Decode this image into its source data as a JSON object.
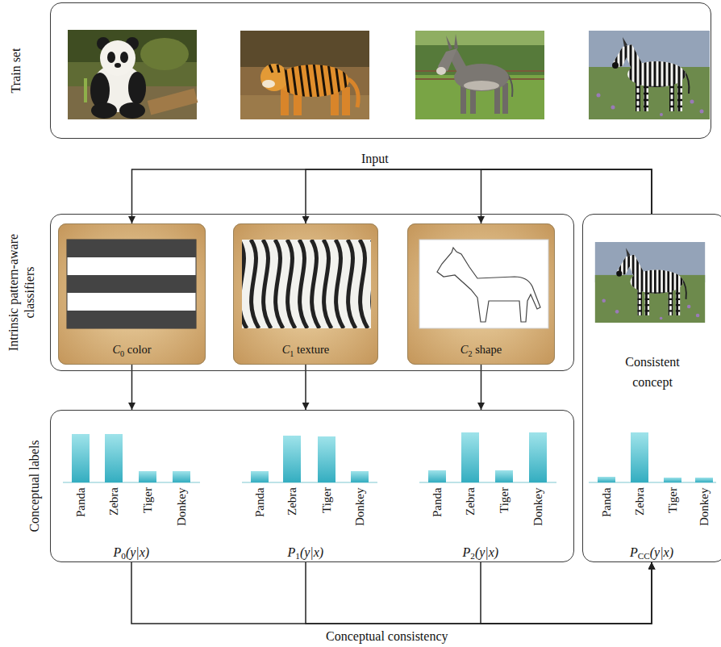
{
  "diagram": {
    "nodes": [
      {
        "text": [
          "Train set"
        ]
      },
      {
        "text": [
          "Intrinsic pattern-aware classifiers"
        ]
      },
      {
        "text": [
          "C0 color"
        ],
        "in": 1
      },
      {
        "text": [
          "C1 texture"
        ],
        "in": 1
      },
      {
        "text": [
          "C2 shape"
        ],
        "in": 1
      },
      {
        "text": [
          "Consistent concept"
        ]
      },
      {
        "text": [
          "Conceptual labels"
        ]
      }
    ],
    "edges": [
      {
        "from": 5,
        "to": 2,
        "arrow": "to",
        "label": "Input"
      },
      {
        "from": 5,
        "to": 3,
        "arrow": "to"
      },
      {
        "from": 5,
        "to": 4,
        "arrow": "to"
      },
      {
        "from": 2,
        "to": 6,
        "arrow": "to"
      },
      {
        "from": 3,
        "to": 6,
        "arrow": "to"
      },
      {
        "from": 4,
        "to": 6,
        "arrow": "to"
      },
      {
        "from": 6,
        "to": 5,
        "arrow": "to",
        "label": "Conceptual consistency"
      },
      {
        "from": 6,
        "to": 5,
        "arrow": "to"
      },
      {
        "from": 6,
        "to": 5,
        "arrow": "to"
      }
    ],
    "labels": [
      "Panda",
      "Zebra",
      "Tiger",
      "Donkey",
      "P0(y|x)",
      "Panda",
      "Zebra",
      "Tiger",
      "Donkey",
      "P1(y|x)",
      "Panda",
      "Zebra",
      "Tiger",
      "Donkey",
      "P2(y|x)",
      "Panda",
      "Zebra",
      "Tiger",
      "Donkey",
      "PCC(y|x)"
    ]
  }
}
